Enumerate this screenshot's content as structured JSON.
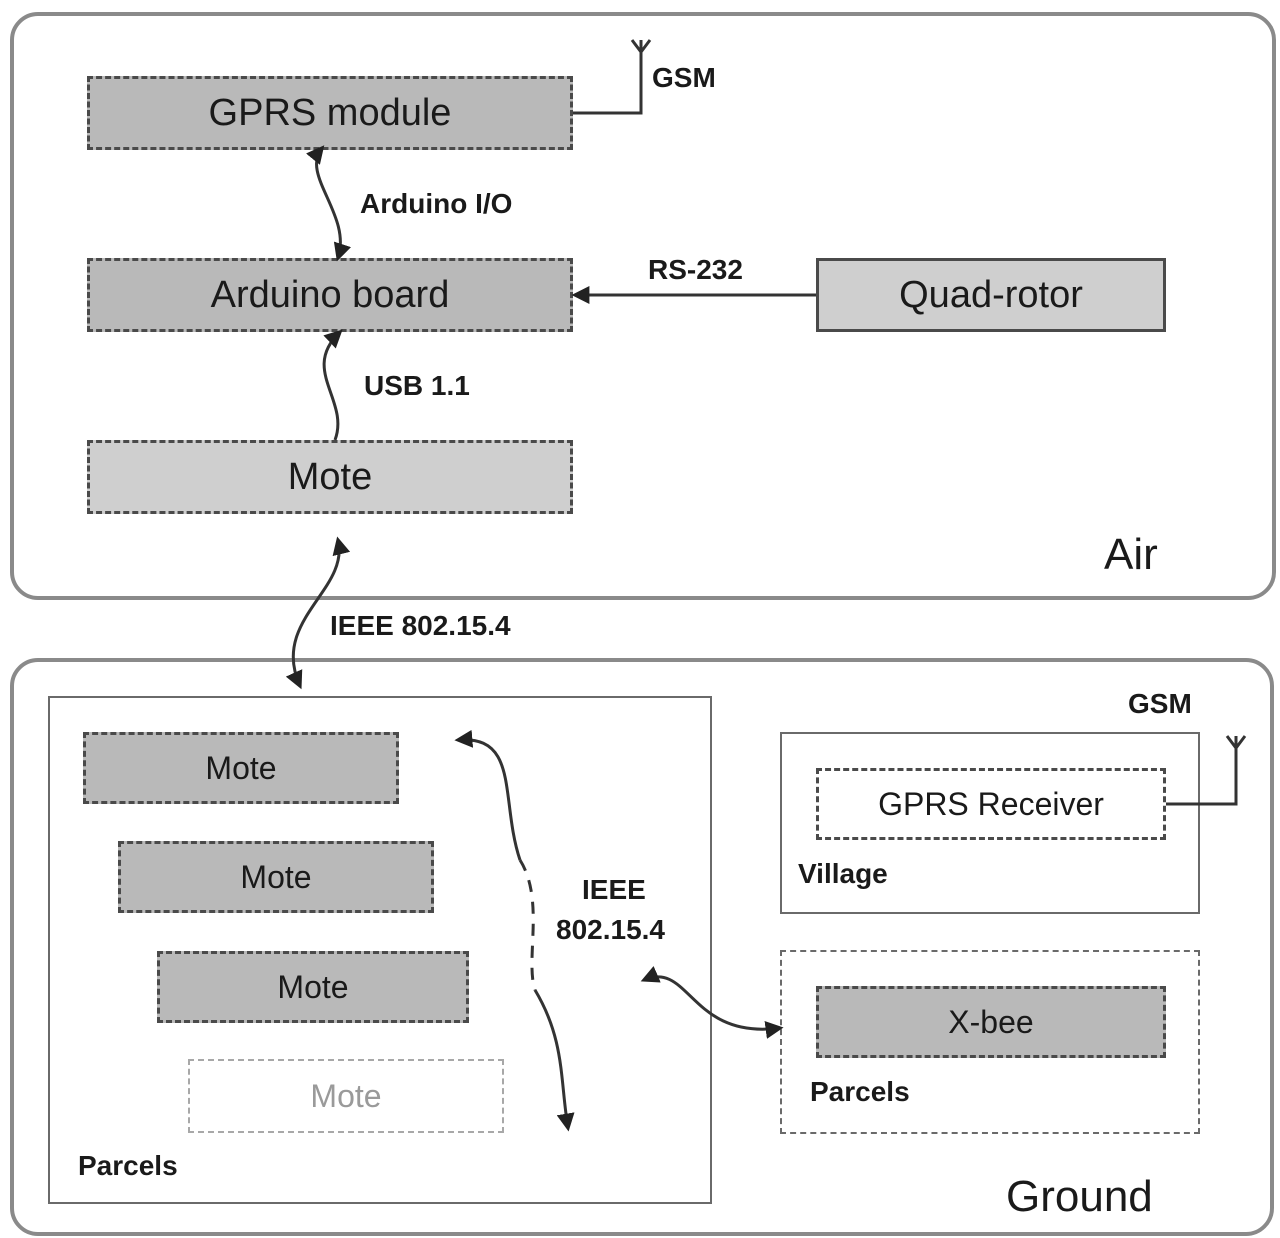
{
  "air": {
    "title": "Air",
    "gprs_module": "GPRS module",
    "gsm": "GSM",
    "arduino_io": "Arduino I/O",
    "arduino_board": "Arduino board",
    "rs232": "RS-232",
    "quad_rotor": "Quad-rotor",
    "usb": "USB 1.1",
    "mote": "Mote"
  },
  "link_air_ground": "IEEE 802.15.4",
  "ground": {
    "title": "Ground",
    "parcels_left": {
      "motes": [
        "Mote",
        "Mote",
        "Mote",
        "Mote"
      ],
      "label": "Parcels"
    },
    "ieee_line1": "IEEE",
    "ieee_line2": "802.15.4",
    "gsm": "GSM",
    "village": {
      "gprs_receiver": "GPRS Receiver",
      "label": "Village"
    },
    "parcels_right": {
      "xbee": "X-bee",
      "label": "Parcels"
    }
  }
}
